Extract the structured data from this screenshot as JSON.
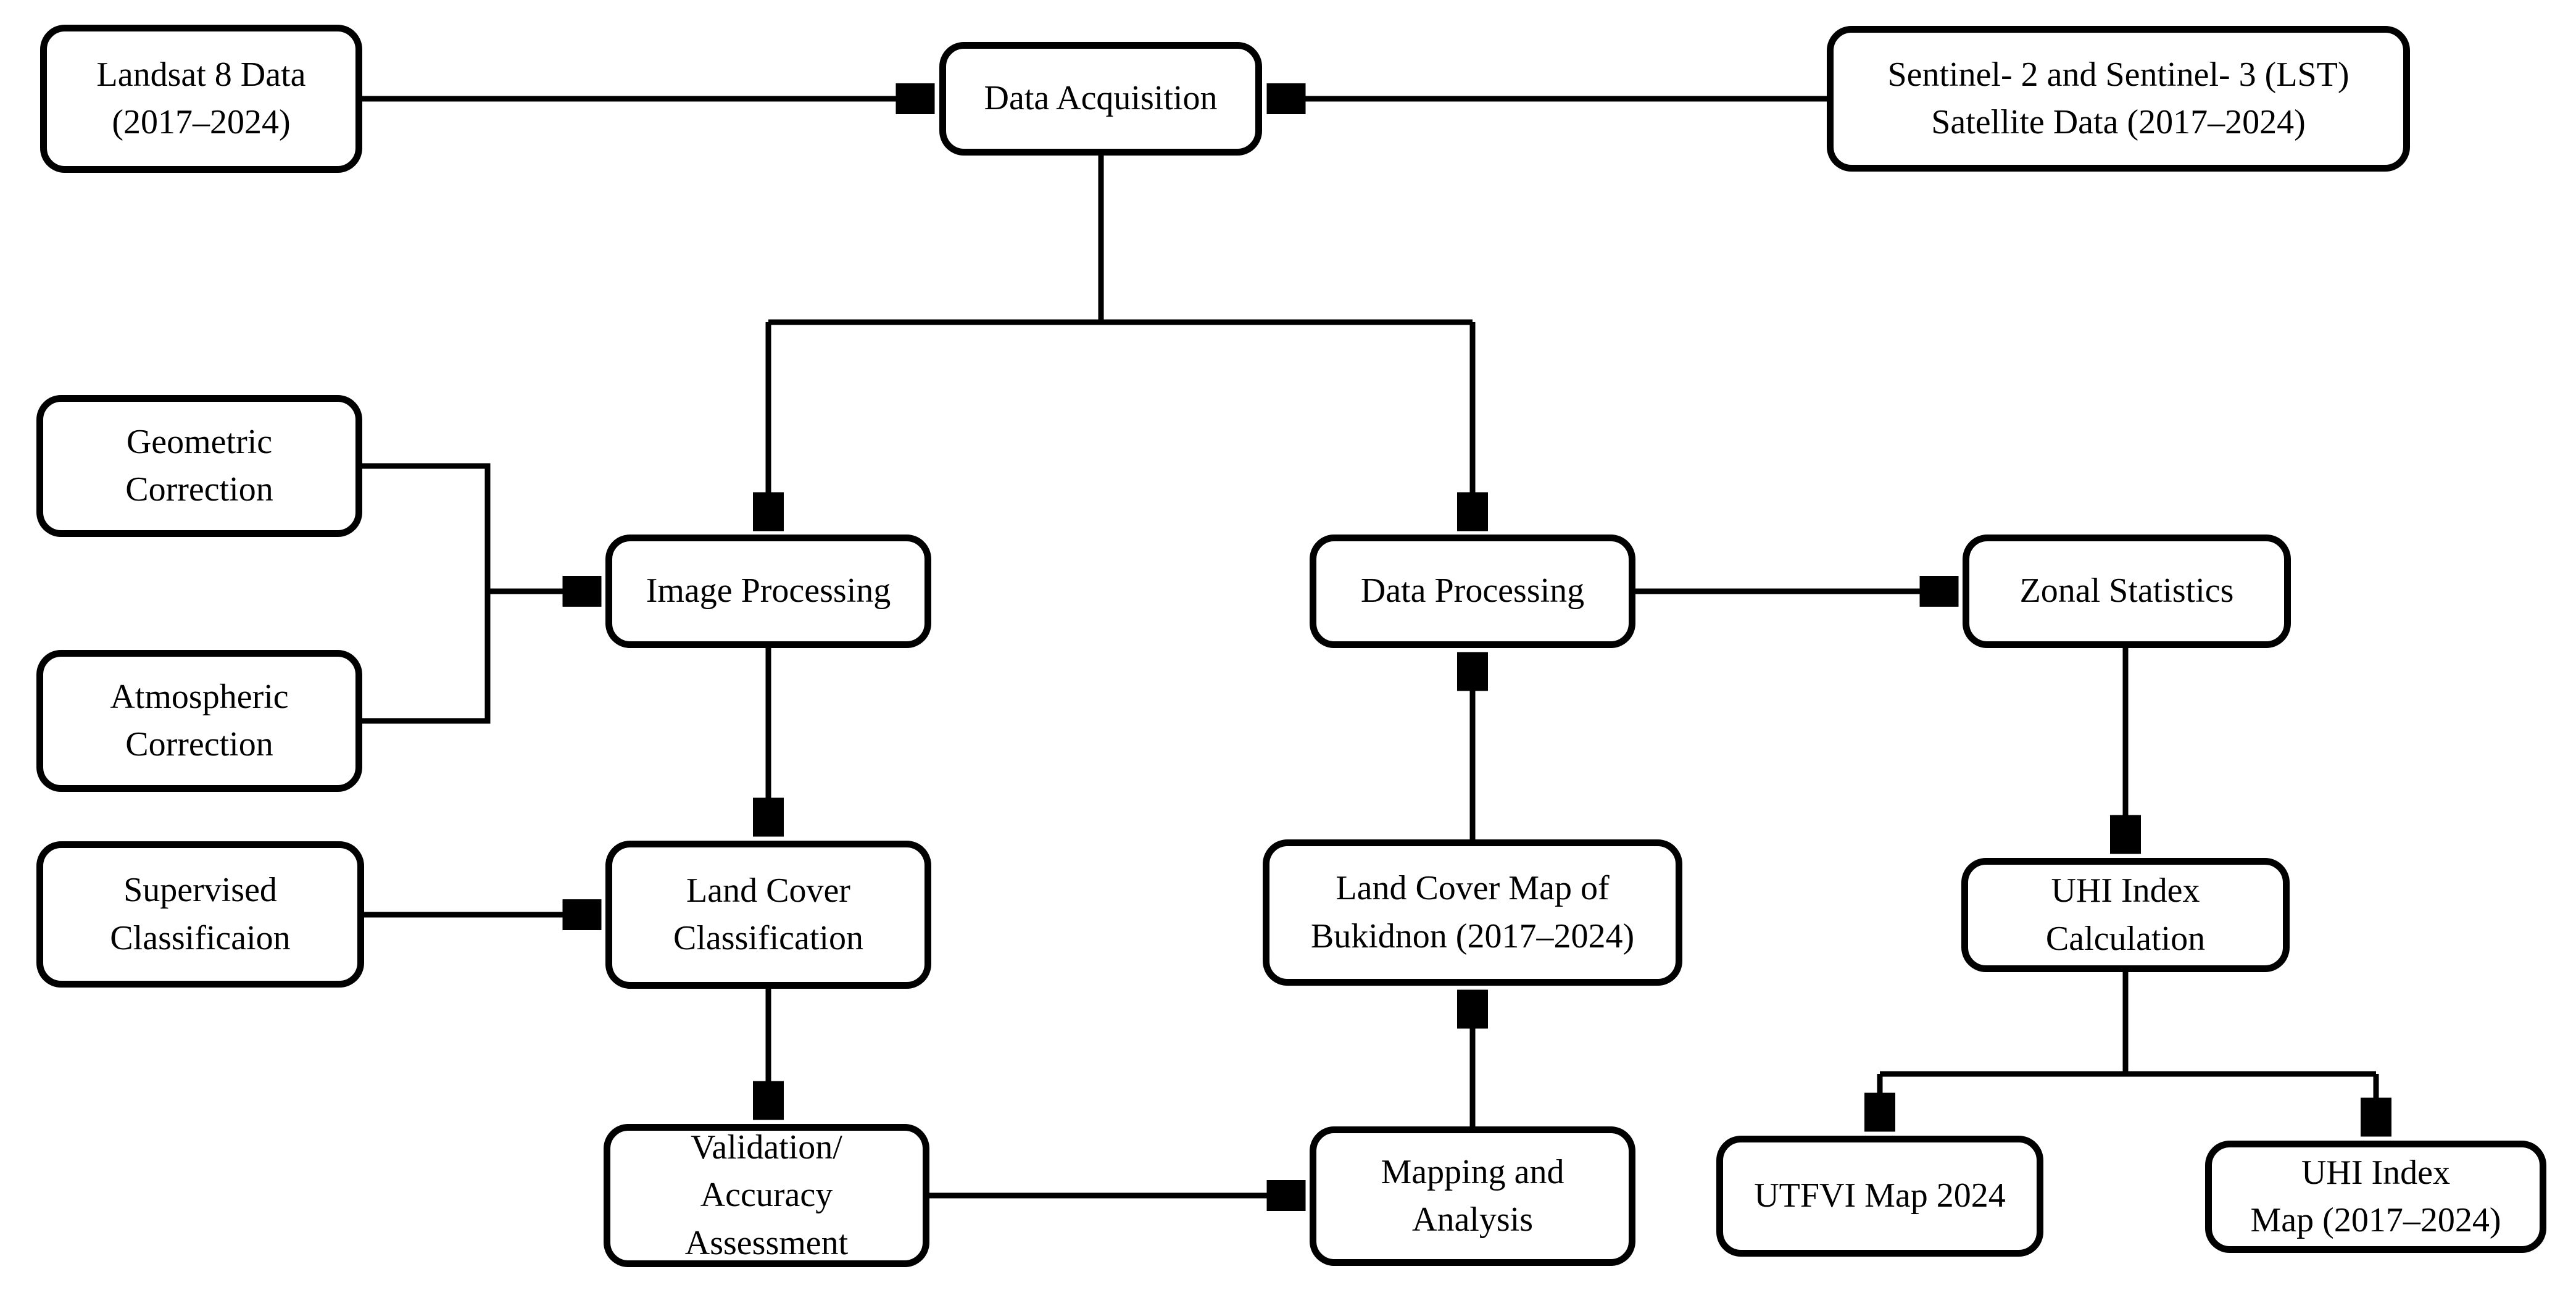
{
  "figure": {
    "type": "flowchart",
    "background_color": "#ffffff",
    "line_color": "#000000",
    "box_fill": "#ffffff"
  },
  "nodes": {
    "landsat": {
      "lines": [
        "Landsat 8 Data",
        "(2017–2024)"
      ]
    },
    "dataAcquisition": {
      "lines": [
        "Data Acquisition"
      ]
    },
    "sentinel": {
      "lines": [
        "Sentinel- 2 and Sentinel- 3 (LST)",
        "Satellite Data (2017–2024)"
      ]
    },
    "geometric": {
      "lines": [
        "Geometric",
        "Correction"
      ]
    },
    "atmospheric": {
      "lines": [
        "Atmospheric",
        "Correction"
      ]
    },
    "supervised": {
      "lines": [
        "Supervised",
        "Classificaion"
      ]
    },
    "imageProcessing": {
      "lines": [
        "Image Processing"
      ]
    },
    "dataProcessing": {
      "lines": [
        "Data Processing"
      ]
    },
    "zonalStatistics": {
      "lines": [
        "Zonal Statistics"
      ]
    },
    "landCoverClassification": {
      "lines": [
        "Land Cover",
        "Classification"
      ]
    },
    "landCoverMap": {
      "lines": [
        "Land Cover Map of",
        "Bukidnon (2017–2024)"
      ]
    },
    "uhiCalculation": {
      "lines": [
        "UHI Index",
        "Calculation"
      ]
    },
    "validation": {
      "lines": [
        "Validation/",
        "Accuracy",
        "Assessment"
      ]
    },
    "mappingAnalysis": {
      "lines": [
        "Mapping and",
        "Analysis"
      ]
    },
    "utfviMap": {
      "lines": [
        "UTFVI Map 2024"
      ]
    },
    "uhiIndexMap": {
      "lines": [
        "UHI Index",
        "Map (2017–2024)"
      ]
    }
  },
  "edges": [
    {
      "from": "landsat",
      "to": "dataAcquisition"
    },
    {
      "from": "sentinel",
      "to": "dataAcquisition"
    },
    {
      "from": "dataAcquisition",
      "to": "imageProcessing"
    },
    {
      "from": "dataAcquisition",
      "to": "dataProcessing"
    },
    {
      "from": "geometric",
      "to": "imageProcessing"
    },
    {
      "from": "atmospheric",
      "to": "imageProcessing"
    },
    {
      "from": "supervised",
      "to": "landCoverClassification"
    },
    {
      "from": "imageProcessing",
      "to": "landCoverClassification"
    },
    {
      "from": "landCoverClassification",
      "to": "validation"
    },
    {
      "from": "validation",
      "to": "mappingAnalysis"
    },
    {
      "from": "mappingAnalysis",
      "to": "landCoverMap"
    },
    {
      "from": "landCoverMap",
      "to": "dataProcessing"
    },
    {
      "from": "dataProcessing",
      "to": "zonalStatistics"
    },
    {
      "from": "zonalStatistics",
      "to": "uhiCalculation"
    },
    {
      "from": "uhiCalculation",
      "to": "utfviMap"
    },
    {
      "from": "uhiCalculation",
      "to": "uhiIndexMap"
    }
  ]
}
